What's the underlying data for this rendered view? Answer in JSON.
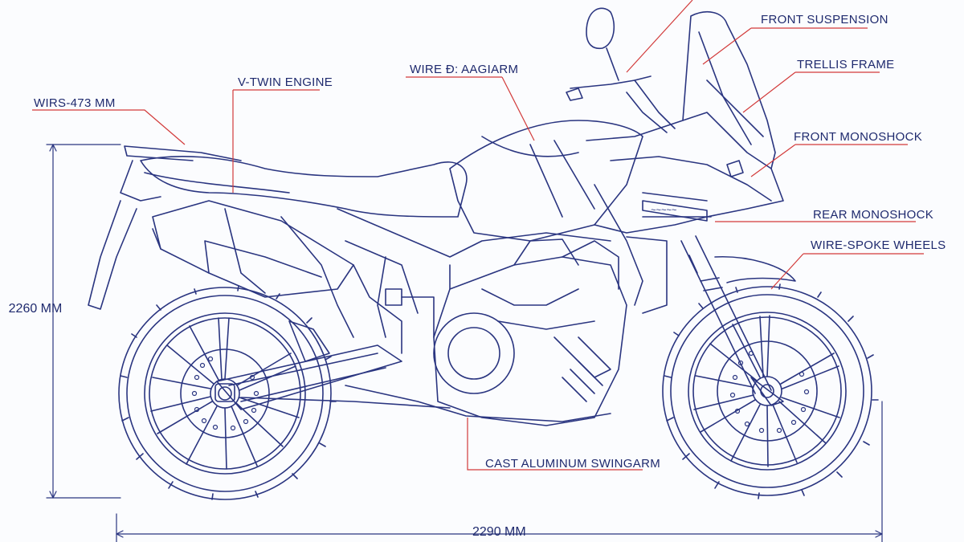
{
  "diagram": {
    "labels": {
      "v_twin_engine": "V-TWIN ENGINE",
      "wire_arm": "WIRE Đ: AAGIARM",
      "wirs_mm": "WIRS-473 MM",
      "front_suspension": "FRONT SUSPENSION",
      "trellis_frame": "TRELLIS FRAME",
      "front_monoshock": "FRONT MONOSHOCK",
      "rear_monoshock": "REAR MONOSHOCK",
      "wire_spoke_wheels": "WIRE-SPOKE WHEELS",
      "cast_swingarm": "CAST ALUMINUM SWINGARM"
    },
    "dimensions": {
      "height": "2260 MM",
      "length": "2290 MM"
    },
    "colors": {
      "line": "#1f2a6e",
      "leader": "#d23a3a",
      "background": "#fbfcfe"
    }
  }
}
